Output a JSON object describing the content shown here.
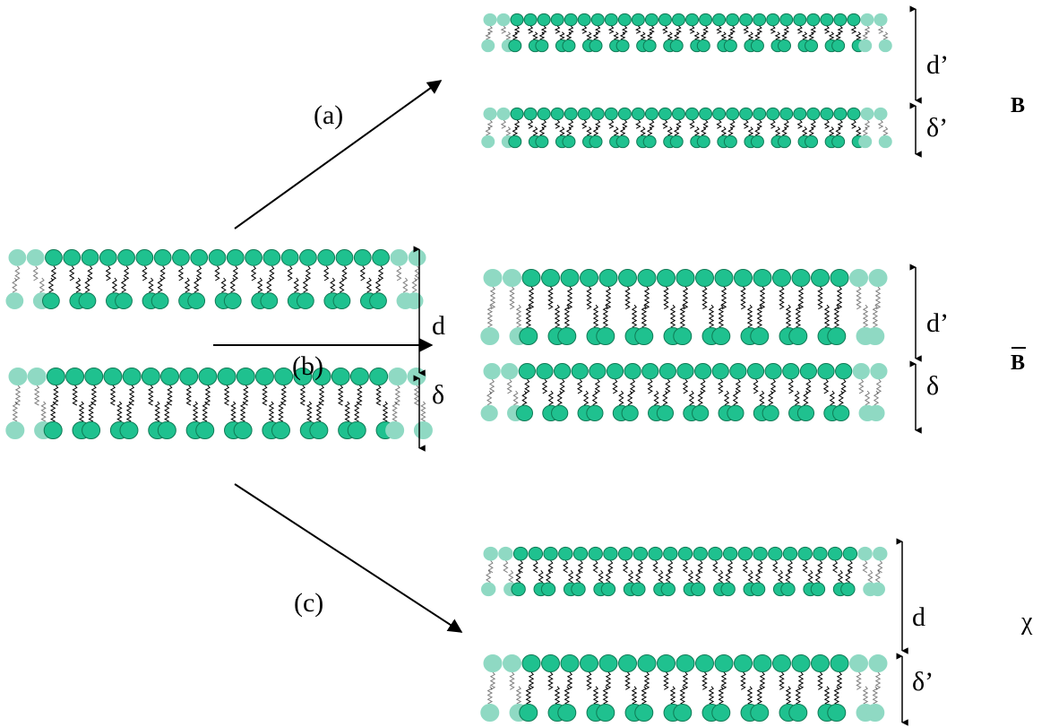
{
  "colors": {
    "headgroup": "#1fc18f",
    "headgroup_edge": "#0f7a55",
    "headgroup_light": "#8fd9c3",
    "tail": "#000000",
    "arrow": "#000000"
  },
  "transitions": {
    "a": "(a)",
    "b": "(b)",
    "c": "(c)"
  },
  "initial": {
    "d_label": "d",
    "delta_label": "δ"
  },
  "panels": {
    "B": {
      "phase_label": "B",
      "d_label": "d’",
      "delta_label": "δ’"
    },
    "Bbar": {
      "phase_label": "B",
      "overbar": true,
      "d_label": "d’",
      "delta_label": "δ"
    },
    "chi": {
      "phase_label": "χ",
      "d_label": "d",
      "delta_label": "δ’"
    }
  }
}
